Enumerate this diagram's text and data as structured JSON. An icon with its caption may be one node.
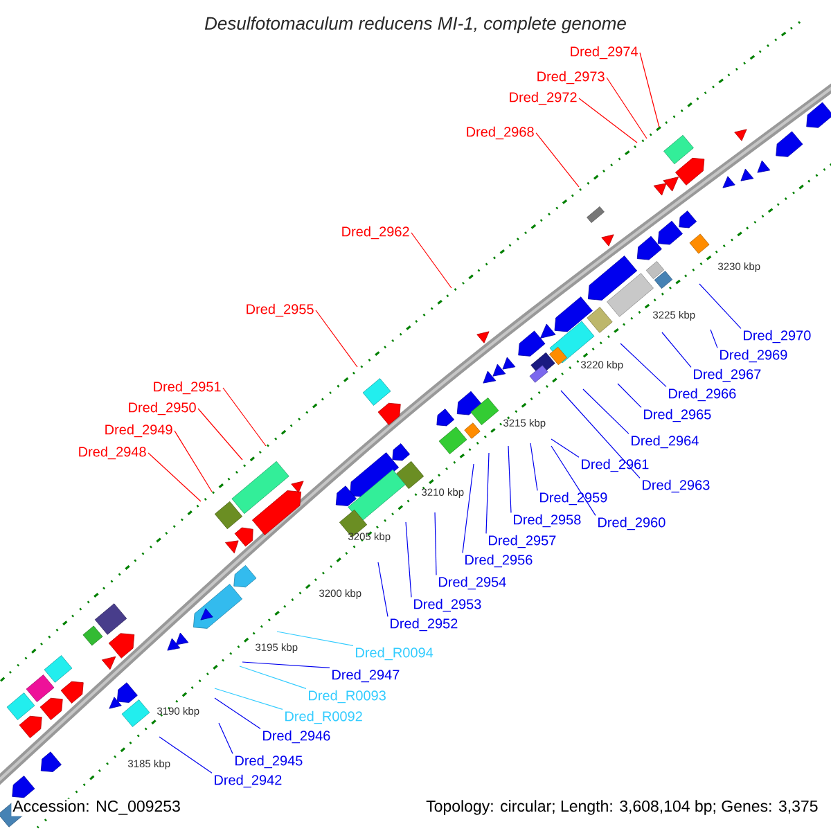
{
  "diagram": {
    "title": "Desulfotomaculum reducens MI-1, complete genome",
    "nodes": [
      {
        "text": [
          "Dred_2974"
        ]
      },
      {
        "text": [
          "Dred_2973"
        ]
      },
      {
        "text": [
          "Dred_2972"
        ]
      },
      {
        "text": [
          "Dred_2968"
        ]
      },
      {
        "text": [
          "Dred_2962"
        ]
      },
      {
        "text": [
          "Dred_2955"
        ]
      },
      {
        "text": [
          "Dred_2970"
        ]
      },
      {
        "text": [
          "Dred_2969"
        ]
      },
      {
        "text": [
          "Dred_2967"
        ]
      },
      {
        "text": [
          "Dred_2951"
        ]
      },
      {
        "text": [
          "Dred_2966"
        ]
      },
      {
        "text": [
          "Dred_2950"
        ]
      },
      {
        "text": [
          "Dred_2965"
        ]
      },
      {
        "text": [
          "Dred_2949"
        ]
      },
      {
        "text": [
          "Dred_2964"
        ]
      },
      {
        "text": [
          "Dred_2948"
        ]
      },
      {
        "text": [
          "Dred_2961"
        ]
      },
      {
        "text": [
          "Dred_2963"
        ]
      },
      {
        "text": [
          "Dred_2959"
        ]
      },
      {
        "text": [
          "Dred_2958"
        ]
      },
      {
        "text": [
          "Dred_2960"
        ]
      },
      {
        "text": [
          "Dred_2957"
        ]
      },
      {
        "text": [
          "Dred_2956"
        ]
      },
      {
        "text": [
          "Dred_2954"
        ]
      },
      {
        "text": [
          "Dred_2953"
        ]
      },
      {
        "text": [
          "Dred_2952"
        ]
      },
      {
        "text": [
          "Dred_R0094"
        ]
      },
      {
        "text": [
          "Dred_2947"
        ]
      },
      {
        "text": [
          "Dred_R0093"
        ]
      },
      {
        "text": [
          "Dred_R0092"
        ]
      },
      {
        "text": [
          "Dred_2946"
        ]
      },
      {
        "text": [
          "Dred_2945"
        ]
      },
      {
        "text": [
          "Dred_2942"
        ]
      }
    ],
    "edges": [
      {
        "from": 0,
        "to": null,
        "arrow": "none",
        "color": "#ff0000"
      },
      {
        "from": 1,
        "to": null,
        "arrow": "none",
        "color": "#ff0000"
      },
      {
        "from": 2,
        "to": null,
        "arrow": "none",
        "color": "#ff0000"
      },
      {
        "from": 3,
        "to": null,
        "arrow": "none",
        "color": "#ff0000"
      },
      {
        "from": 4,
        "to": null,
        "arrow": "none",
        "color": "#ff0000"
      },
      {
        "from": 5,
        "to": null,
        "arrow": "none",
        "color": "#ff0000"
      },
      {
        "from": 6,
        "to": null,
        "arrow": "none"
      },
      {
        "from": 7,
        "to": null,
        "arrow": "none"
      },
      {
        "from": 8,
        "to": null,
        "arrow": "none"
      },
      {
        "from": 9,
        "to": null,
        "arrow": "none",
        "color": "#ff0000"
      },
      {
        "from": 10,
        "to": null,
        "arrow": "none"
      },
      {
        "from": 11,
        "to": null,
        "arrow": "none",
        "color": "#ff0000"
      },
      {
        "from": 12,
        "to": null,
        "arrow": "none"
      },
      {
        "from": 13,
        "to": null,
        "arrow": "none",
        "color": "#ff0000"
      },
      {
        "from": 14,
        "to": null,
        "arrow": "none"
      },
      {
        "from": 15,
        "to": null,
        "arrow": "none",
        "color": "#ff0000"
      },
      {
        "from": 16,
        "to": null,
        "arrow": "none"
      },
      {
        "from": 17,
        "to": null,
        "arrow": "none"
      },
      {
        "from": 18,
        "to": null,
        "arrow": "none"
      },
      {
        "from": 19,
        "to": null,
        "arrow": "none"
      },
      {
        "from": 20,
        "to": null,
        "arrow": "none"
      },
      {
        "from": 21,
        "to": null,
        "arrow": "none"
      },
      {
        "from": 22,
        "to": null,
        "arrow": "none"
      },
      {
        "from": 23,
        "to": null,
        "arrow": "none"
      },
      {
        "from": 24,
        "to": null,
        "arrow": "none"
      },
      {
        "from": 25,
        "to": null,
        "arrow": "none"
      },
      {
        "from": 26,
        "to": null,
        "arrow": "none",
        "color": "#33ccff"
      },
      {
        "from": 27,
        "to": null,
        "arrow": "none"
      },
      {
        "from": 28,
        "to": null,
        "arrow": "none",
        "color": "#33ccff"
      },
      {
        "from": 29,
        "to": null,
        "arrow": "none",
        "color": "#33ccff"
      },
      {
        "from": 30,
        "to": null,
        "arrow": "none"
      },
      {
        "from": 31,
        "to": null,
        "arrow": "none"
      },
      {
        "from": 32,
        "to": null,
        "arrow": "none"
      }
    ],
    "labels": [
      "3230 kbp",
      "3225 kbp",
      "3220 kbp",
      "3215 kbp",
      "3210 kbp",
      "3205 kbp",
      "3200 kbp",
      "3195 kbp",
      "3190 kbp",
      "3185 kbp",
      "Accession: NC_009253",
      "Topology: circular; Length: 3,608,104 bp; Genes: 3,375"
    ]
  }
}
